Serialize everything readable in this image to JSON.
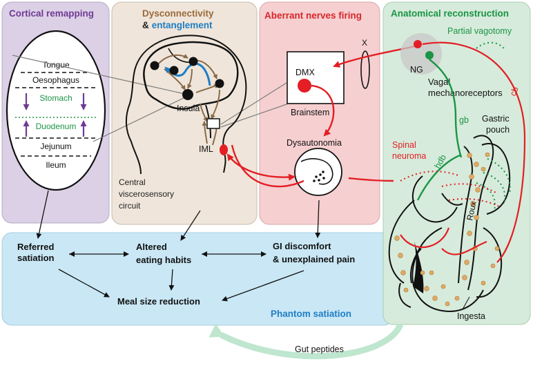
{
  "panels": {
    "cortical": {
      "title": "Cortical remapping",
      "title_color": "#6f3a93"
    },
    "dysconnectivity": {
      "title_line1": "Dysconnectivity",
      "title_line2_prefix": "&",
      "title_line2_highlight": "entanglement",
      "title_color": "#9a6b3c",
      "highlight_color": "#1f7ec4"
    },
    "aberrant": {
      "title": "Aberrant nerves firing",
      "title_color": "#d7262b"
    },
    "anatomical": {
      "title": "Anatomical reconstruction",
      "title_color": "#1a9445"
    },
    "phantom": {
      "title": "Phantom satiation",
      "title_color": "#1f7ec4"
    }
  },
  "cortical_labels": {
    "tongue": "Tongue",
    "oesophagus": "Oesophagus",
    "stomach": "Stomach",
    "duodenum": "Duodenum",
    "jejunum": "Jejunum",
    "ileum": "Ileum"
  },
  "brain_labels": {
    "insula": "Insula",
    "iml": "IML",
    "circuit_line1": "Central",
    "circuit_line2": "viscerosensory",
    "circuit_line3": "circuit"
  },
  "nerve_labels": {
    "dmx": "DMX",
    "brainstem": "Brainstem",
    "x": "X",
    "dysautonomia": "Dysautonomia"
  },
  "anatomy_labels": {
    "partial_vagotomy": "Partial vagotomy",
    "ng": "NG",
    "vagal_line1": "Vagal",
    "vagal_line2": "mechanoreceptors",
    "cb": "cb",
    "gb": "gb",
    "hdb": "hdb",
    "gastric_line1": "Gastric",
    "gastric_line2": "pouch",
    "spinal_line1": "Spinal",
    "spinal_line2": "neuroma",
    "roux": "Roux",
    "ingesta": "Ingesta"
  },
  "outcomes": {
    "referred_line1": "Referred",
    "referred_line2": "satiation",
    "altered_line1": "Altered",
    "altered_line2": "eating habits",
    "gi_line1": "GI discomfort",
    "gi_line2": "& unexplained pain",
    "meal": "Meal size reduction"
  },
  "gut_peptides": "Gut peptides",
  "colors": {
    "purple_panel": "#dcd0e6",
    "beige_panel": "#efe5da",
    "pink_panel": "#f6cfd0",
    "green_panel": "#d6ebdb",
    "blue_panel": "#c9e7f5",
    "red": "#e31e24",
    "green": "#1a9445",
    "brown": "#8a6a48",
    "blue": "#1f7ec4",
    "purple": "#6f3a93",
    "ingesta": "#e0a964"
  }
}
